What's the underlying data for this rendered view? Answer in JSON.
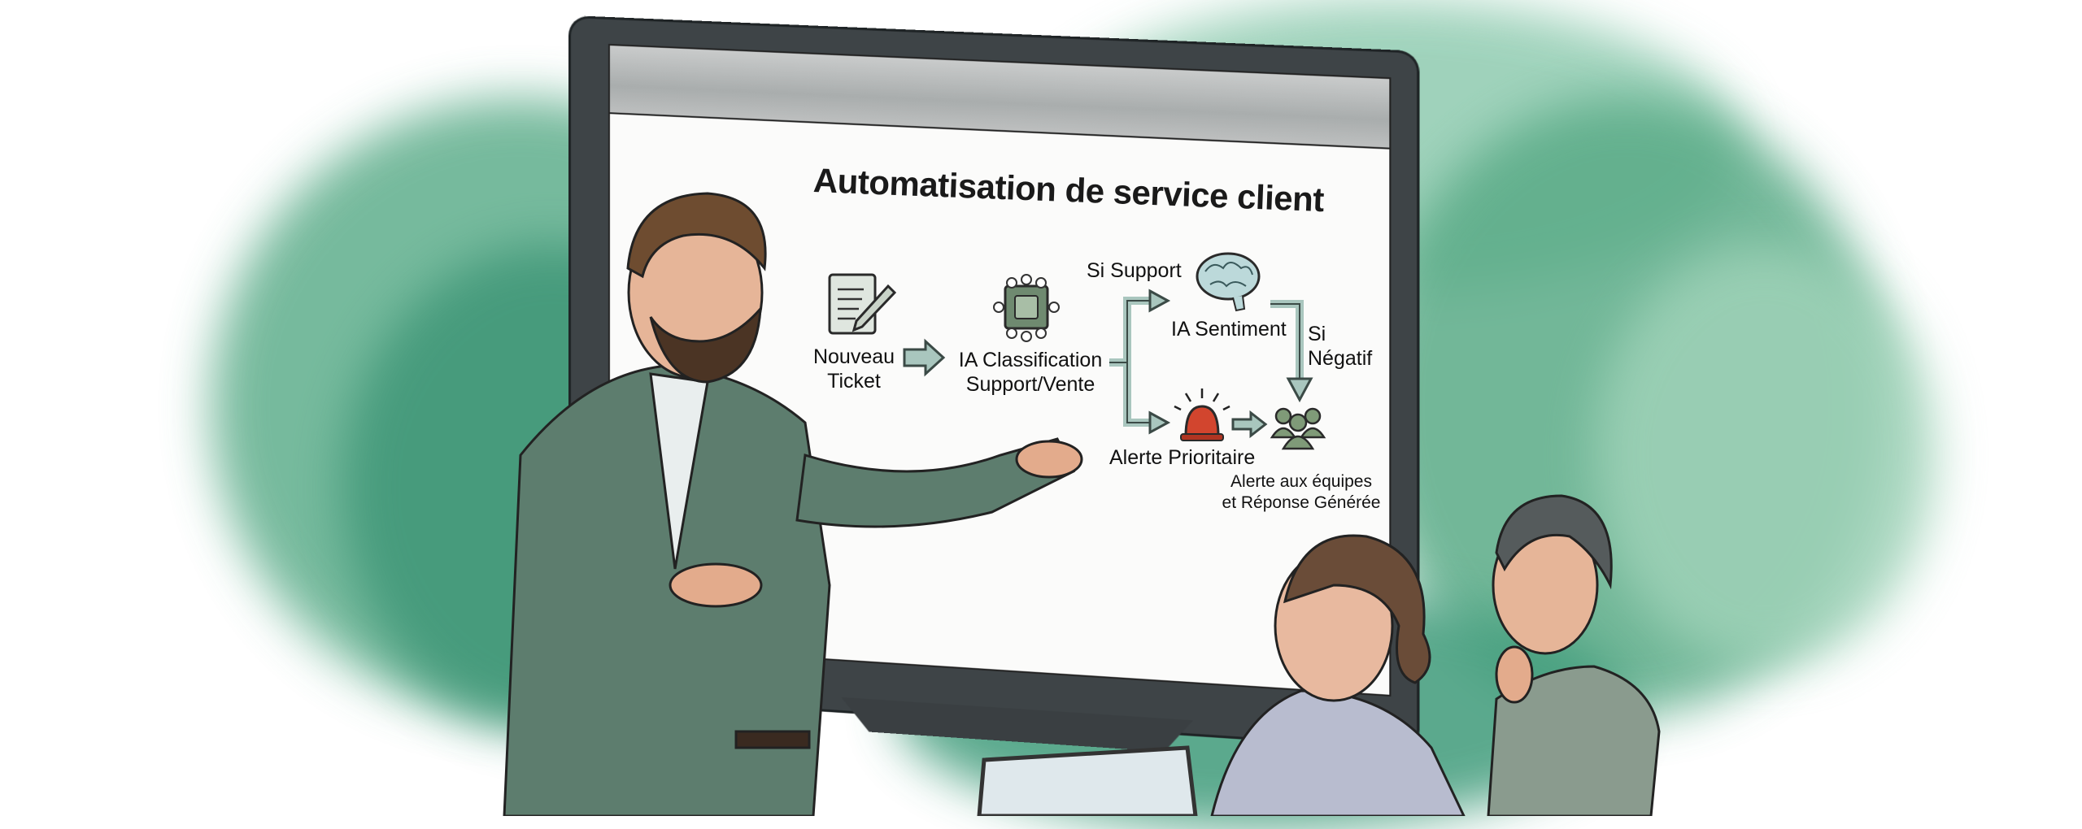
{
  "scene": {
    "description": "Watercolor illustration of a presenter explaining a customer service automation diagram on a wall monitor to two colleagues",
    "colors": {
      "background_wash": "#5fae8c",
      "background_wash_light": "#9fd2b8",
      "monitor_frame": "#3e4447",
      "monitor_bezel": "#b4b7b7",
      "screen": "#fbfbfa",
      "arrow": "#a9c6be",
      "alert_red": "#d2452e",
      "team_green": "#7f9a78",
      "suit_green": "#5d7d6e"
    }
  },
  "diagram": {
    "title": "Automatisation de service client",
    "nodes": {
      "ticket": {
        "label_line1": "Nouveau",
        "label_line2": "Ticket",
        "icon": "notepad-pencil-icon"
      },
      "classification": {
        "label_line1": "IA Classification",
        "label_line2": "Support/Vente",
        "icon": "ai-chip-icon"
      },
      "sentiment": {
        "label": "IA Sentiment",
        "icon": "brain-icon"
      },
      "alert": {
        "label": "Alerte Prioritaire",
        "icon": "siren-icon"
      },
      "team": {
        "label_line1": "Alerte aux équipes",
        "label_line2": "et Réponse Générée",
        "icon": "team-icon"
      }
    },
    "edges": {
      "support_branch": "Si Support",
      "negative_branch_line1": "Si",
      "negative_branch_line2": "Négatif"
    }
  }
}
